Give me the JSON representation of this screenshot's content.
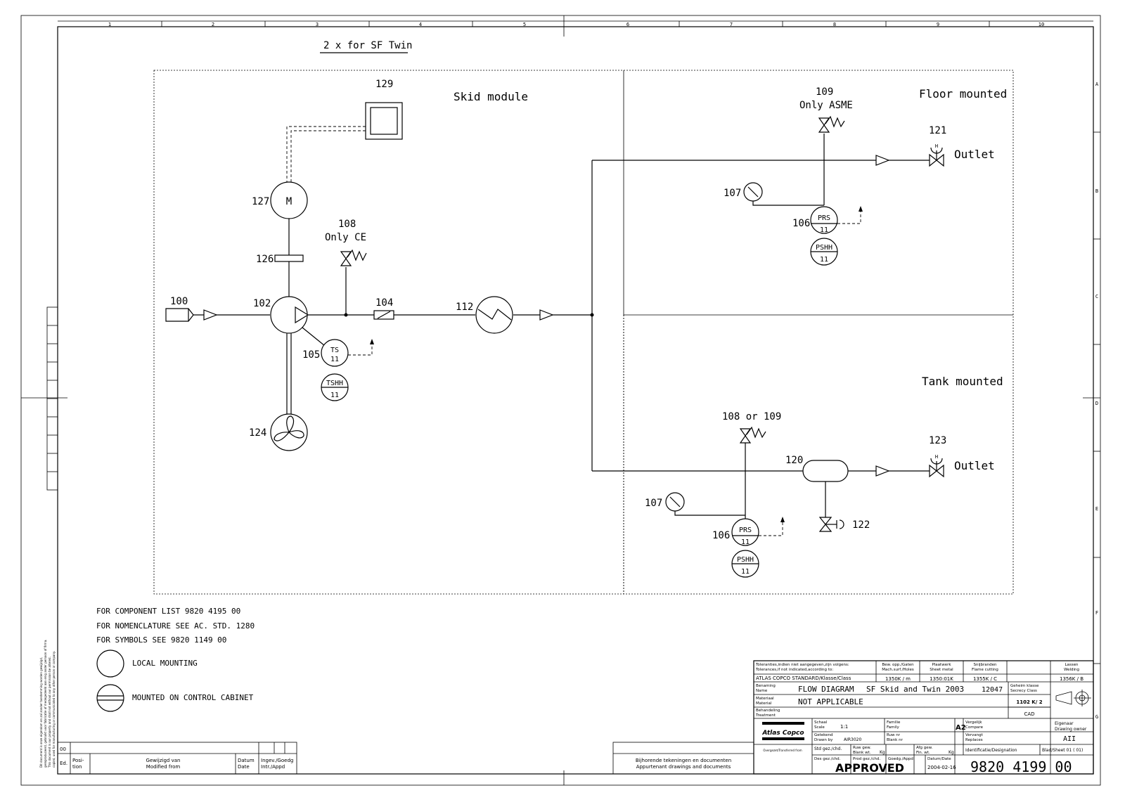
{
  "title_note": "2 x for SF Twin",
  "grid": {
    "columns": [
      "1",
      "2",
      "3",
      "4",
      "5",
      "6",
      "7",
      "8",
      "9",
      "10"
    ],
    "rows": [
      "A",
      "B",
      "C",
      "D",
      "E",
      "F",
      "G"
    ]
  },
  "regions": {
    "skid": "Skid module",
    "floor": "Floor mounted",
    "tank": "Tank mounted"
  },
  "components": {
    "c100": "100",
    "c102": "102",
    "c104": "104",
    "c105": "105",
    "c106a": "106",
    "c106b": "106",
    "c107a": "107",
    "c107b": "107",
    "c108": "108",
    "c108_note": "Only CE",
    "c109": "109",
    "c109_note": "Only ASME",
    "c108or109": "108 or 109",
    "c112": "112",
    "c120": "120",
    "c121": "121",
    "c122": "122",
    "c123": "123",
    "c124": "124",
    "c126": "126",
    "c127": "127",
    "c129": "129",
    "motor_letter": "M",
    "outlet_top": "Outlet",
    "outlet_bottom": "Outlet",
    "valve_h": "H"
  },
  "instruments": {
    "ts": "TS",
    "ts_num": "11",
    "tshh": "TSHH",
    "tshh_num": "11",
    "prs_top": "PRS",
    "prs_top_num": "11",
    "pshh_top": "PSHH",
    "pshh_top_num": "11",
    "prs_bot": "PRS",
    "prs_bot_num": "11",
    "pshh_bot": "PSHH",
    "pshh_bot_num": "11"
  },
  "notes": [
    "FOR COMPONENT LIST 9820 4195 00",
    "FOR NOMENCLATURE SEE AC. STD. 1280",
    "FOR SYMBOLS SEE 9820 1149 00"
  ],
  "legend": {
    "local": "LOCAL MOUNTING",
    "cabinet": "MOUNTED ON CONTROL CABINET"
  },
  "revision_block": {
    "ed_value": "00",
    "ed": "Ed.",
    "posi": "Posi-",
    "tion": "tion",
    "modified1": "Gewijzigd van",
    "modified2": "Modified from",
    "date1": "Datum",
    "date2": "Date",
    "appd1": "Ingev./Goedg",
    "appd2": "Intr./Appd",
    "appurtenant1": "Bijhorende tekeningen en documenten",
    "appurtenant2": "Appurtenant drawings and documents"
  },
  "title_block": {
    "tol1": "Toleranties,indien niet aangegeven,zijn volgens:",
    "tol2": "Tolerances,if not indicated,according to:",
    "std": "ATLAS COPCO STANDARD/Klasse/Class",
    "mach1": "Bew. opp./Gaten",
    "mach2": "Mach.surf./Holes",
    "mach_val": "1350K / m",
    "sheet1": "Plaatwerk",
    "sheet2": "Sheet metal",
    "sheet_val": "1350:01K",
    "flame1": "Snijbranden",
    "flame2": "Flame cutting",
    "flame_val": "1355K / C",
    "weld1": "Lassen",
    "weld2": "Welding",
    "weld_val": "1356K / B",
    "name1": "Benaming",
    "name2": "Name",
    "name_val": "FLOW DIAGRAM",
    "name_val2": "SF Skid and Twin 2003",
    "name_code": "12047",
    "secrecy1": "Geheim klasse",
    "secrecy2": "Secrecy Class",
    "secrecy_val": "1102 K/ 2",
    "material1": "Materiaal",
    "material2": "Material",
    "material_val": "NOT APPLICABLE",
    "treat1": "Behandeling",
    "treat2": "Treatment",
    "cad": "CAD",
    "logo": "Atlas Copco",
    "transferred": "Overgezet/Transferred from",
    "scale1": "Schaal",
    "scale2": "Scale",
    "scale_val": "1:1",
    "drawn1": "Getekend",
    "drawn2": "Drawn by",
    "drawn_val": "AIR3020",
    "family1": "Familie",
    "family2": "Family",
    "blank1": "Ruw nr",
    "blank2": "Blank nr",
    "format": "A2",
    "compare1": "Vergelijk",
    "compare2": "Compare",
    "replaces1": "Vervangt",
    "replaces2": "Replaces",
    "owner1": "Eigenaar",
    "owner2": "Drawing owner",
    "owner_val": "AII",
    "stdgez": "Std gez./chd.",
    "blankwt1": "Ruw gew.",
    "blankwt2": "Blank wt.",
    "kg1": "Kg",
    "finwt1": "Afg gew.",
    "finwt2": "Fin. wt.",
    "kg2": "Kg",
    "ident": "Identificatie/Designation",
    "sheet_no": "Blad/Sheet 01 ( 01)",
    "desgez": "Des gez./chd.",
    "prodgez": "Prod gez./chd.",
    "goedg": "Goedg./Appd",
    "date_lbl": "Datum/Date",
    "date_val": "2004-02-16",
    "approved": "APPROVED",
    "number": "9820 4199 00"
  },
  "margin_text": [
    "Dit document is onze eigendom en zal zonder toestemming worden gewijzigd,",
    "gereproduceerd, gebruikt voor fabricatie of medegedeeld aan enig ander persoon of firma.",
    "This document is our property and shall not without our permission be altered,",
    "copied, used for manufacturing or communicated to any other person or company."
  ]
}
